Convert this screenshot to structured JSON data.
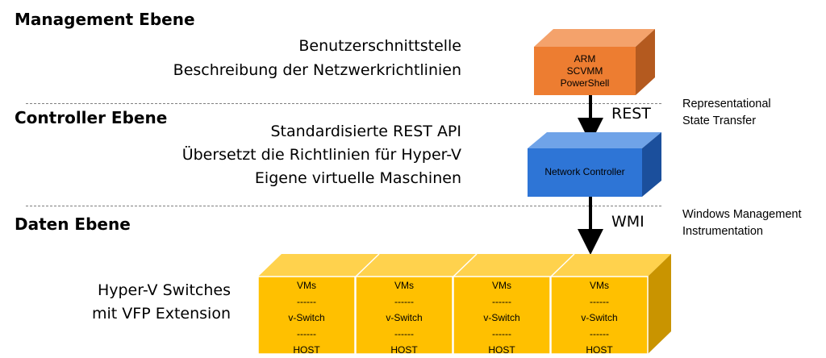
{
  "layers": {
    "management": {
      "title": "Management Ebene",
      "lines": [
        "Benutzerschnittstelle",
        "Beschreibung der Netzwerkrichtlinien"
      ]
    },
    "controller": {
      "title": "Controller Ebene",
      "lines": [
        "Standardisierte REST API",
        "Übersetzt die Richtlinien für Hyper-V",
        "Eigene virtuelle Maschinen"
      ]
    },
    "data": {
      "title": "Daten Ebene",
      "lines": [
        "Hyper-V Switches",
        "mit VFP Extension"
      ]
    }
  },
  "boxes": {
    "management": {
      "lines": [
        "ARM",
        "SCVMM",
        "PowerShell"
      ],
      "color": "#ED7D31"
    },
    "controller": {
      "label": "Network Controller",
      "color": "#2E75D6"
    },
    "hosts": {
      "color": "#FFC000",
      "items": [
        {
          "lines": [
            "VMs",
            "------",
            "v-Switch",
            "------",
            "HOST"
          ]
        },
        {
          "lines": [
            "VMs",
            "------",
            "v-Switch",
            "------",
            "HOST"
          ]
        },
        {
          "lines": [
            "VMs",
            "------",
            "v-Switch",
            "------",
            "HOST"
          ]
        },
        {
          "lines": [
            "VMs",
            "------",
            "v-Switch",
            "------",
            "HOST"
          ]
        }
      ]
    }
  },
  "protocols": {
    "rest": {
      "label": "REST",
      "note": [
        "Representational",
        "State Transfer"
      ]
    },
    "wmi": {
      "label": "WMI",
      "note": [
        "Windows Management",
        "Instrumentation"
      ]
    }
  }
}
